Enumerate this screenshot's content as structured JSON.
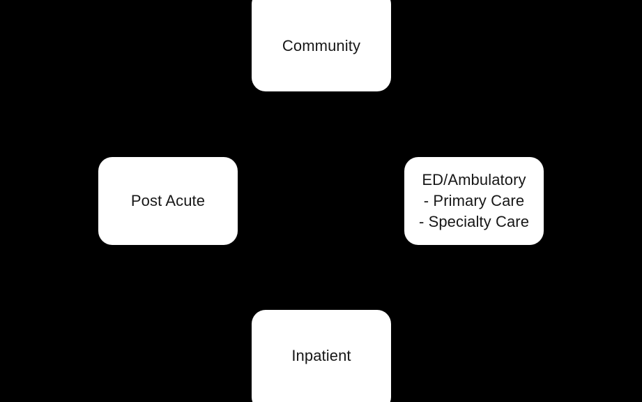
{
  "diagram": {
    "background_color": "#000000",
    "node_fill_color": "#ffffff",
    "node_text_color": "#171717",
    "nodes": [
      {
        "id": "community",
        "name": "Community",
        "lines": [
          {
            "text": "Community",
            "style": "primary"
          }
        ]
      },
      {
        "id": "post-acute",
        "name": "Post Acute",
        "lines": [
          {
            "text": "Post Acute",
            "style": "primary"
          }
        ]
      },
      {
        "id": "ed-ambulatory",
        "name": "ED/Ambulatory",
        "lines": [
          {
            "text": "ED/Ambulatory",
            "style": "primary"
          },
          {
            "text": "- Primary Care",
            "style": "sub"
          },
          {
            "text": "- Specialty Care",
            "style": "sub"
          }
        ]
      },
      {
        "id": "inpatient",
        "name": "Inpatient",
        "lines": [
          {
            "text": "Inpatient",
            "style": "primary"
          }
        ]
      }
    ]
  }
}
